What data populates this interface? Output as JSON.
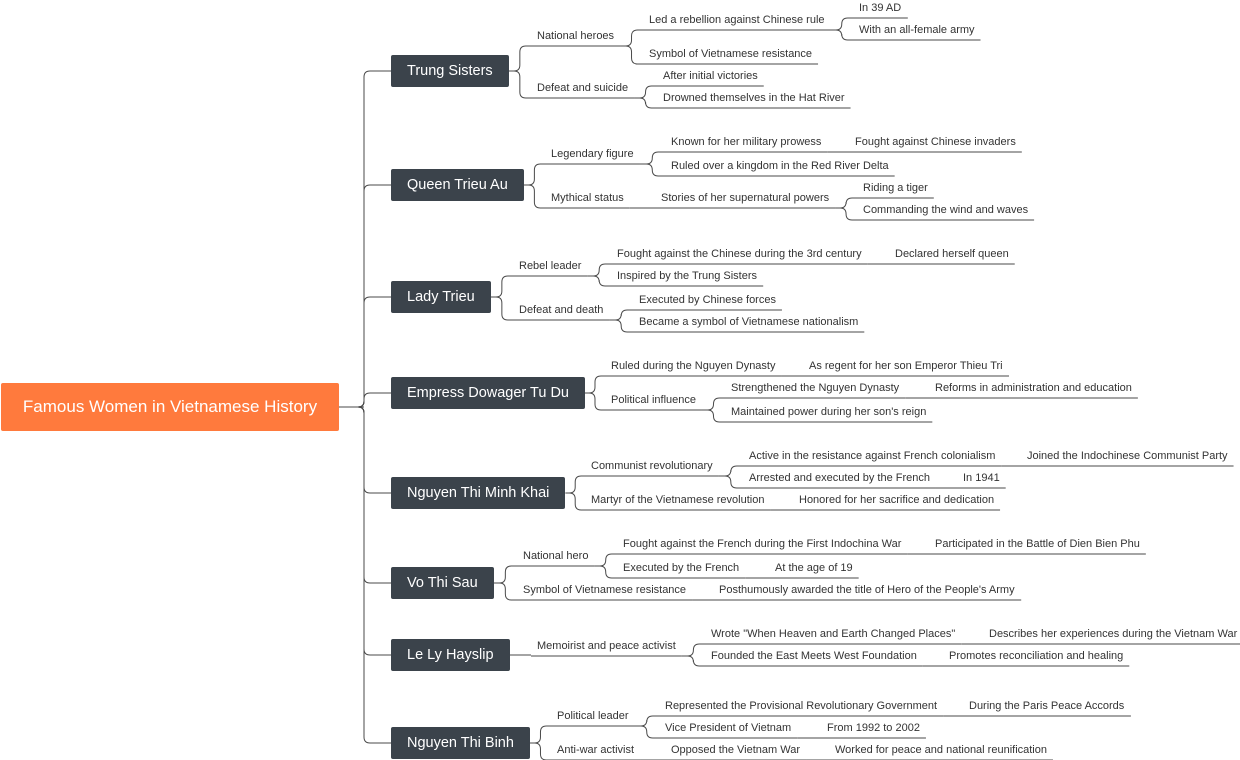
{
  "root": "Famous Women in Vietnamese History",
  "branches": [
    {
      "name": "Trung Sisters",
      "children": [
        {
          "label": "National heroes",
          "children": [
            {
              "label": "Led a rebellion against Chinese rule",
              "children": [
                {
                  "label": "In 39 AD"
                },
                {
                  "label": "With an all-female army"
                }
              ]
            },
            {
              "label": "Symbol of Vietnamese resistance"
            }
          ]
        },
        {
          "label": "Defeat and suicide",
          "children": [
            {
              "label": "After initial victories"
            },
            {
              "label": "Drowned themselves in the Hat River"
            }
          ]
        }
      ]
    },
    {
      "name": "Queen Trieu Au",
      "children": [
        {
          "label": "Legendary figure",
          "children": [
            {
              "label": "Known for her military prowess",
              "children": [
                {
                  "label": "Fought against Chinese invaders"
                }
              ]
            },
            {
              "label": "Ruled over a kingdom in the Red River Delta"
            }
          ]
        },
        {
          "label": "Mythical status",
          "children": [
            {
              "label": "Stories of her supernatural powers",
              "children": [
                {
                  "label": "Riding a tiger"
                },
                {
                  "label": "Commanding the wind and waves"
                }
              ]
            }
          ]
        }
      ]
    },
    {
      "name": "Lady Trieu",
      "children": [
        {
          "label": "Rebel leader",
          "children": [
            {
              "label": "Fought against the Chinese during the 3rd century",
              "children": [
                {
                  "label": "Declared herself queen"
                }
              ]
            },
            {
              "label": "Inspired by the Trung Sisters"
            }
          ]
        },
        {
          "label": "Defeat and death",
          "children": [
            {
              "label": "Executed by Chinese forces"
            },
            {
              "label": "Became a symbol of Vietnamese nationalism"
            }
          ]
        }
      ]
    },
    {
      "name": "Empress Dowager Tu Du",
      "children": [
        {
          "label": "Ruled during the Nguyen Dynasty",
          "children": [
            {
              "label": "As regent for her son Emperor Thieu Tri"
            }
          ]
        },
        {
          "label": "Political influence",
          "children": [
            {
              "label": "Strengthened the Nguyen Dynasty",
              "children": [
                {
                  "label": "Reforms in administration and education"
                }
              ]
            },
            {
              "label": "Maintained power during her son's reign"
            }
          ]
        }
      ]
    },
    {
      "name": "Nguyen Thi Minh Khai",
      "children": [
        {
          "label": "Communist revolutionary",
          "children": [
            {
              "label": "Active in the resistance against French colonialism",
              "children": [
                {
                  "label": "Joined the Indochinese Communist Party"
                }
              ]
            },
            {
              "label": "Arrested and executed by the French",
              "children": [
                {
                  "label": "In 1941"
                }
              ]
            }
          ]
        },
        {
          "label": "Martyr of the Vietnamese revolution",
          "children": [
            {
              "label": "Honored for her sacrifice and dedication"
            }
          ]
        }
      ]
    },
    {
      "name": "Vo Thi Sau",
      "children": [
        {
          "label": "National hero",
          "children": [
            {
              "label": "Fought against the French during the First Indochina War",
              "children": [
                {
                  "label": "Participated in the Battle of Dien Bien Phu"
                }
              ]
            },
            {
              "label": "Executed by the French",
              "children": [
                {
                  "label": "At the age of 19"
                }
              ]
            }
          ]
        },
        {
          "label": "Symbol of Vietnamese resistance",
          "children": [
            {
              "label": "Posthumously awarded the title of Hero of the People's Army"
            }
          ]
        }
      ]
    },
    {
      "name": "Le Ly Hayslip",
      "children": [
        {
          "label": "Memoirist and peace activist",
          "children": [
            {
              "label": "Wrote \"When Heaven and Earth Changed Places\"",
              "children": [
                {
                  "label": "Describes her experiences during the Vietnam War"
                }
              ]
            },
            {
              "label": "Founded the East Meets West Foundation",
              "children": [
                {
                  "label": "Promotes reconciliation and healing"
                }
              ]
            }
          ]
        }
      ]
    },
    {
      "name": "Nguyen Thi Binh",
      "children": [
        {
          "label": "Political leader",
          "children": [
            {
              "label": "Represented the Provisional Revolutionary Government",
              "children": [
                {
                  "label": "During the Paris Peace Accords"
                }
              ]
            },
            {
              "label": "Vice President of Vietnam",
              "children": [
                {
                  "label": "From 1992 to 2002"
                }
              ]
            }
          ]
        },
        {
          "label": "Anti-war activist",
          "children": [
            {
              "label": "Opposed the Vietnam War",
              "children": [
                {
                  "label": "Worked for peace and national reunification"
                }
              ]
            }
          ]
        }
      ]
    }
  ]
}
